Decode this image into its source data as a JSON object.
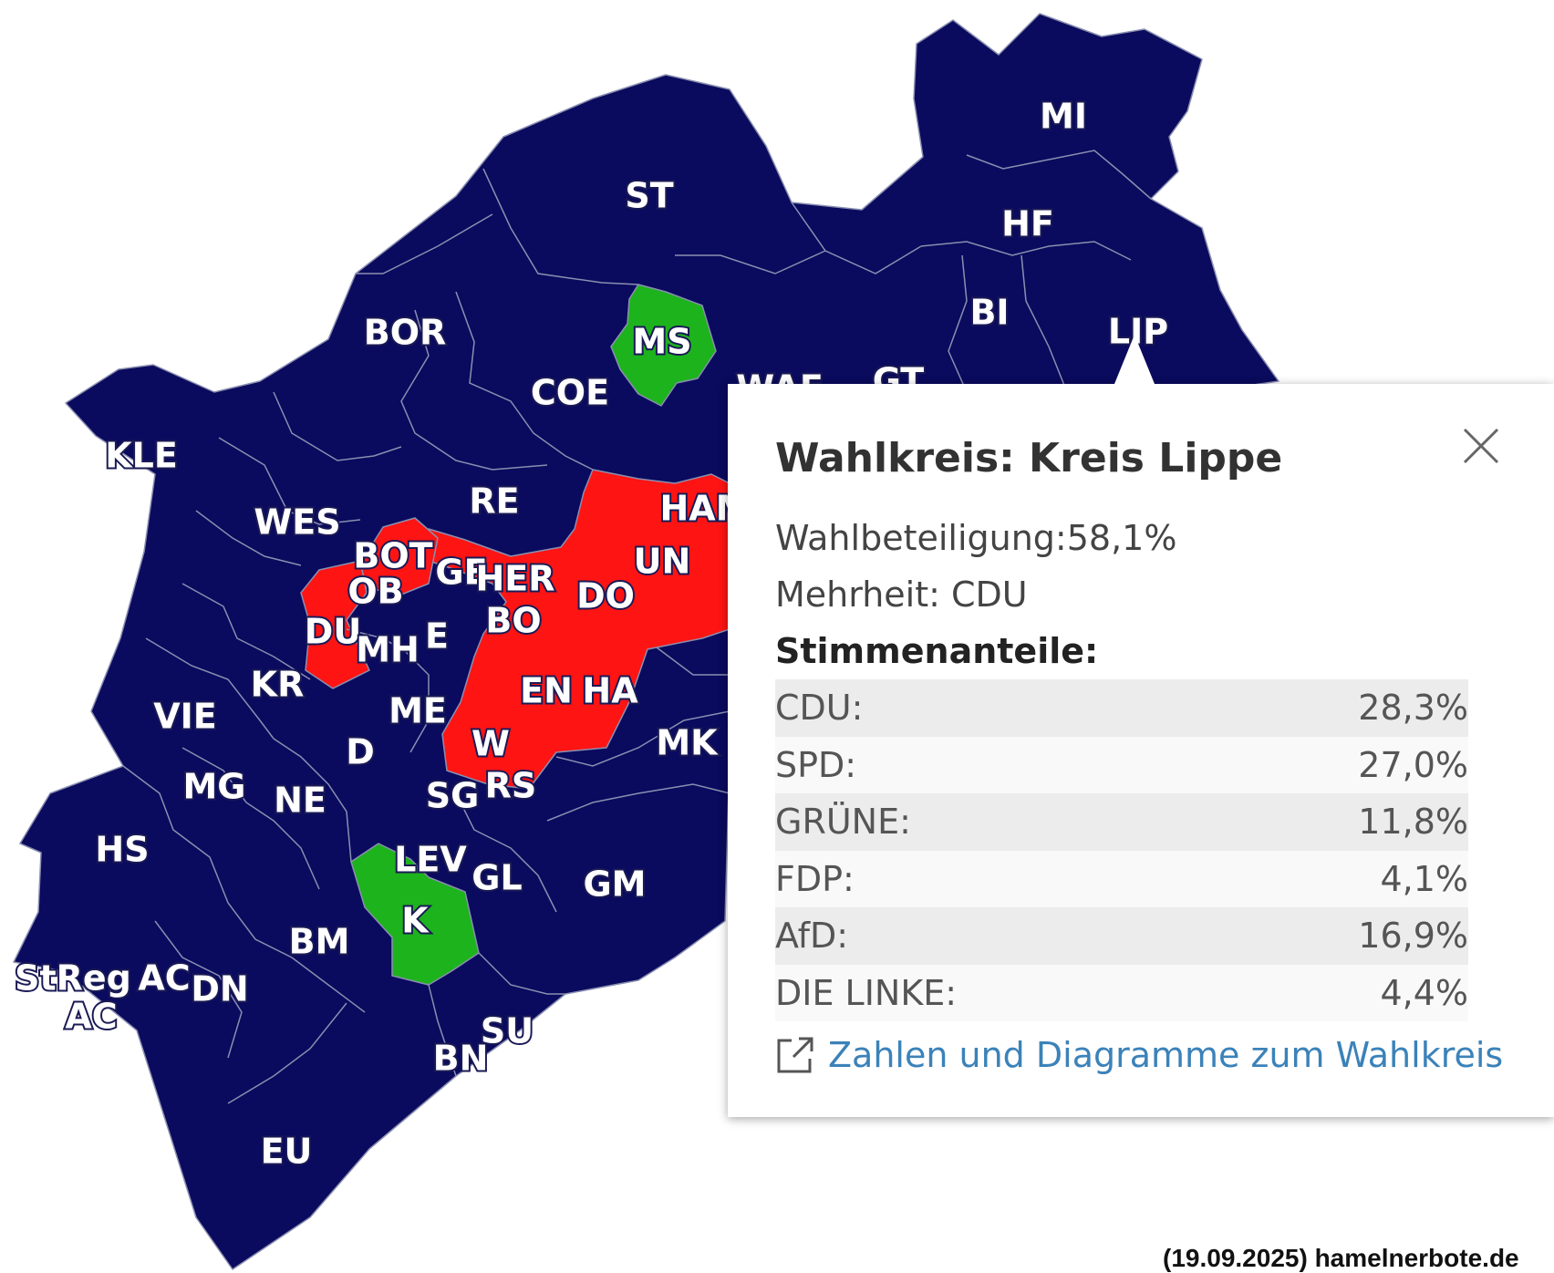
{
  "colors": {
    "cdu": "#0a0a5e",
    "spd": "#ff1414",
    "gruene": "#1db31d",
    "border": "#8a8fb0",
    "link": "#3b82b9"
  },
  "map": {
    "labels": {
      "mi": "MI",
      "hf": "HF",
      "st": "ST",
      "bi": "BI",
      "lip": "LIP",
      "ms": "MS",
      "bor": "BOR",
      "coe": "COE",
      "kle": "KLE",
      "re": "RE",
      "wes": "WES",
      "bot": "BOT",
      "ge": "GE",
      "her": "HER",
      "ham": "HAM",
      "un": "UN",
      "do": "DO",
      "ob": "OB",
      "bo": "BO",
      "du": "DU",
      "mh": "MH",
      "e": "E",
      "kr": "KR",
      "en": "EN",
      "ha": "HA",
      "vie": "VIE",
      "me": "ME",
      "mk": "MK",
      "w": "W",
      "d": "D",
      "mg": "MG",
      "ne": "NE",
      "sg": "SG",
      "rs": "RS",
      "hs": "HS",
      "lev": "LEV",
      "gl": "GL",
      "gm": "GM",
      "k": "K",
      "bm": "BM",
      "streg": "StReg",
      "ac_city": "AC",
      "ac": "AC",
      "dn": "DN",
      "su": "SU",
      "bn": "BN",
      "eu": "EU",
      "waf": "WAF",
      "gt": "GT"
    }
  },
  "popup": {
    "title": "Wahlkreis: Kreis Lippe",
    "turnout": "Wahlbeteiligung:58,1%",
    "majority": "Mehrheit: CDU",
    "shares_heading": "Stimmenanteile:",
    "shares": [
      {
        "party": "CDU:",
        "value": "28,3%",
        "percent": 28.3
      },
      {
        "party": "SPD:",
        "value": "27,0%",
        "percent": 27.0
      },
      {
        "party": "GRÜNE:",
        "value": "11,8%",
        "percent": 11.8
      },
      {
        "party": "FDP:",
        "value": "4,1%",
        "percent": 4.1
      },
      {
        "party": "AfD:",
        "value": "16,9%",
        "percent": 16.9
      },
      {
        "party": "DIE LINKE:",
        "value": "4,4%",
        "percent": 4.4
      }
    ],
    "link_label": "Zahlen und Diagramme zum Wahlkreis"
  },
  "credit": "(19.09.2025) hamelnerbote.de"
}
